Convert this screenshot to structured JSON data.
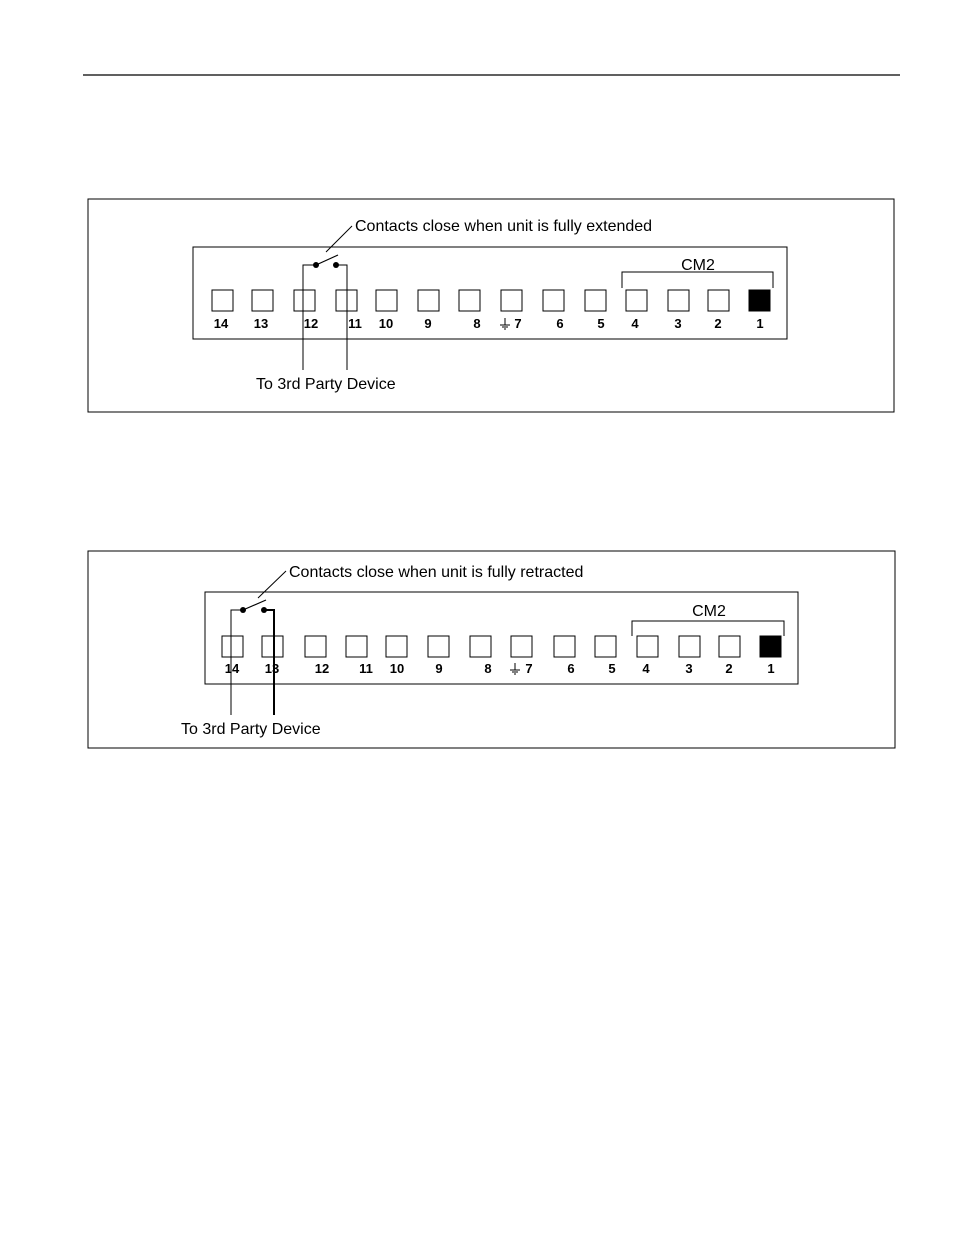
{
  "diagrams": [
    {
      "callout": "Contacts close when unit is fully extended",
      "group_label": "CM2",
      "device_label": "To 3rd Party Device",
      "terminals": [
        "14",
        "13",
        "12",
        "11",
        "10",
        "9",
        "8",
        "7",
        "6",
        "5",
        "4",
        "3",
        "2",
        "1"
      ],
      "ground_terminal": "7",
      "filled_terminal": "1",
      "contact_terminals": [
        "12",
        "11"
      ]
    },
    {
      "callout": "Contacts close when unit is fully retracted",
      "group_label": "CM2",
      "device_label": "To 3rd Party Device",
      "terminals": [
        "14",
        "13",
        "12",
        "11",
        "10",
        "9",
        "8",
        "7",
        "6",
        "5",
        "4",
        "3",
        "2",
        "1"
      ],
      "ground_terminal": "7",
      "filled_terminal": "1",
      "contact_terminals": [
        "14",
        "13"
      ]
    }
  ]
}
